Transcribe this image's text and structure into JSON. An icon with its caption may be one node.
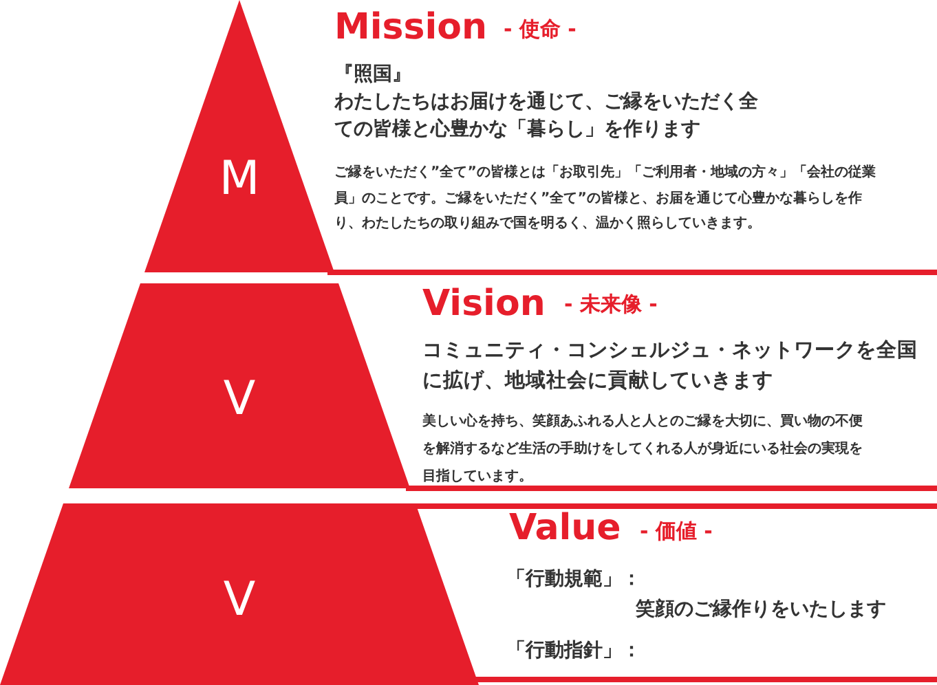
{
  "diagram": {
    "nodes": [
      {
        "text": [
          "M"
        ],
        "beside": [
          "Mission",
          "- 使命 -",
          "『照国』",
          "わたしたちはお届けを通じて、ご縁をいただく全ての皆様と心豊かな「暮らし」を作ります",
          "ご縁をいただく”全て”の皆様とは「お取引先」「ご利用者・地域の方々」「会社の従業員」のことです。ご縁をいただく”全て”の皆様と、お届を通じて心豊かな暮らしを作り、わたしたちの取り組みで国を明るく、温かく照らしていきます。"
        ]
      },
      {
        "text": [
          "V"
        ],
        "beside": [
          "Vision",
          "- 未来像 -",
          "コミュニティ・コンシェルジュ・ネットワークを全国に拡げ、地域社会に貢献していきます",
          "美しい心を持ち、笑顔あふれる人と人とのご縁を大切に、買い物の不便を解消するなど生活の手助けをしてくれる人が身近にいる社会の実現を目指しています。"
        ]
      },
      {
        "text": [
          "V"
        ],
        "beside": [
          "Value",
          "- 価値 -",
          "「行動規範」：",
          "笑顔のご縁作りをいたします",
          "「行動指針」："
        ]
      }
    ],
    "edges": []
  }
}
